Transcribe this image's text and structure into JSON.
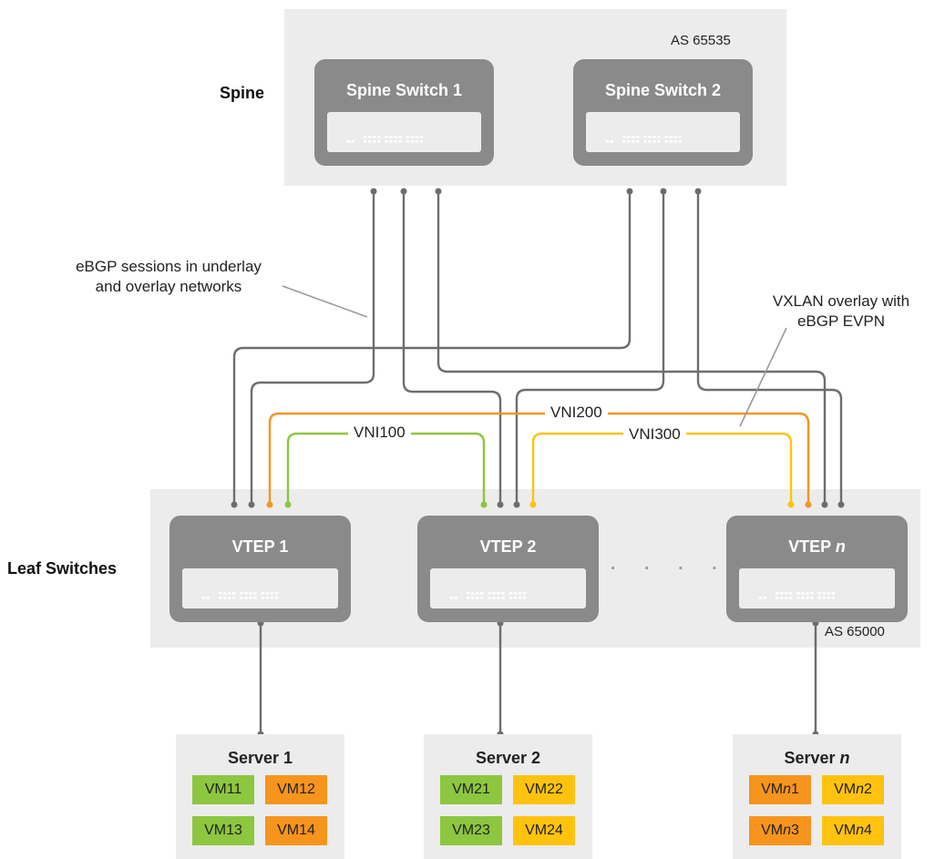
{
  "spine": {
    "tier_label": "Spine",
    "as_label": "AS 65535",
    "switches": [
      {
        "name": "Spine Switch 1"
      },
      {
        "name": "Spine Switch 2"
      }
    ]
  },
  "leaf": {
    "tier_label": "Leaf Switches",
    "as_label": "AS 65000",
    "vteps": [
      {
        "prefix": "VTEP 1",
        "suffix": ""
      },
      {
        "prefix": "VTEP 2",
        "suffix": ""
      },
      {
        "prefix": "VTEP ",
        "suffix": "n"
      }
    ],
    "ellipsis": "· · · · · ·"
  },
  "annotations": {
    "ebgp_line1": "eBGP sessions in underlay",
    "ebgp_line2": "and overlay networks",
    "vxlan_line1": "VXLAN overlay with",
    "vxlan_line2": "eBGP EVPN"
  },
  "vnis": {
    "vni100": "VNI100",
    "vni200": "VNI200",
    "vni300": "VNI300"
  },
  "servers": [
    {
      "title_prefix": "Server 1",
      "title_suffix": "",
      "vms": [
        {
          "label": "VM11",
          "color": "green"
        },
        {
          "label": "VM12",
          "color": "orange"
        },
        {
          "label": "VM13",
          "color": "green"
        },
        {
          "label": "VM14",
          "color": "orange"
        }
      ]
    },
    {
      "title_prefix": "Server 2",
      "title_suffix": "",
      "vms": [
        {
          "label": "VM21",
          "color": "green"
        },
        {
          "label": "VM22",
          "color": "yellow"
        },
        {
          "label": "VM23",
          "color": "green"
        },
        {
          "label": "VM24",
          "color": "yellow"
        }
      ]
    },
    {
      "title_prefix": "Server ",
      "title_suffix": "n",
      "vms": [
        {
          "pre": "VM",
          "italic": "n",
          "post": "1",
          "color": "orange"
        },
        {
          "pre": "VM",
          "italic": "n",
          "post": "2",
          "color": "yellow"
        },
        {
          "pre": "VM",
          "italic": "n",
          "post": "3",
          "color": "orange"
        },
        {
          "pre": "VM",
          "italic": "n",
          "post": "4",
          "color": "yellow"
        }
      ]
    }
  ],
  "colors": {
    "underlay": "#6d6d6d",
    "vni100": "#8dc63f",
    "vni200": "#f7941d",
    "vni300": "#ffc20e",
    "switch_body": "#8a8a8a",
    "region_bg": "#ececec"
  }
}
